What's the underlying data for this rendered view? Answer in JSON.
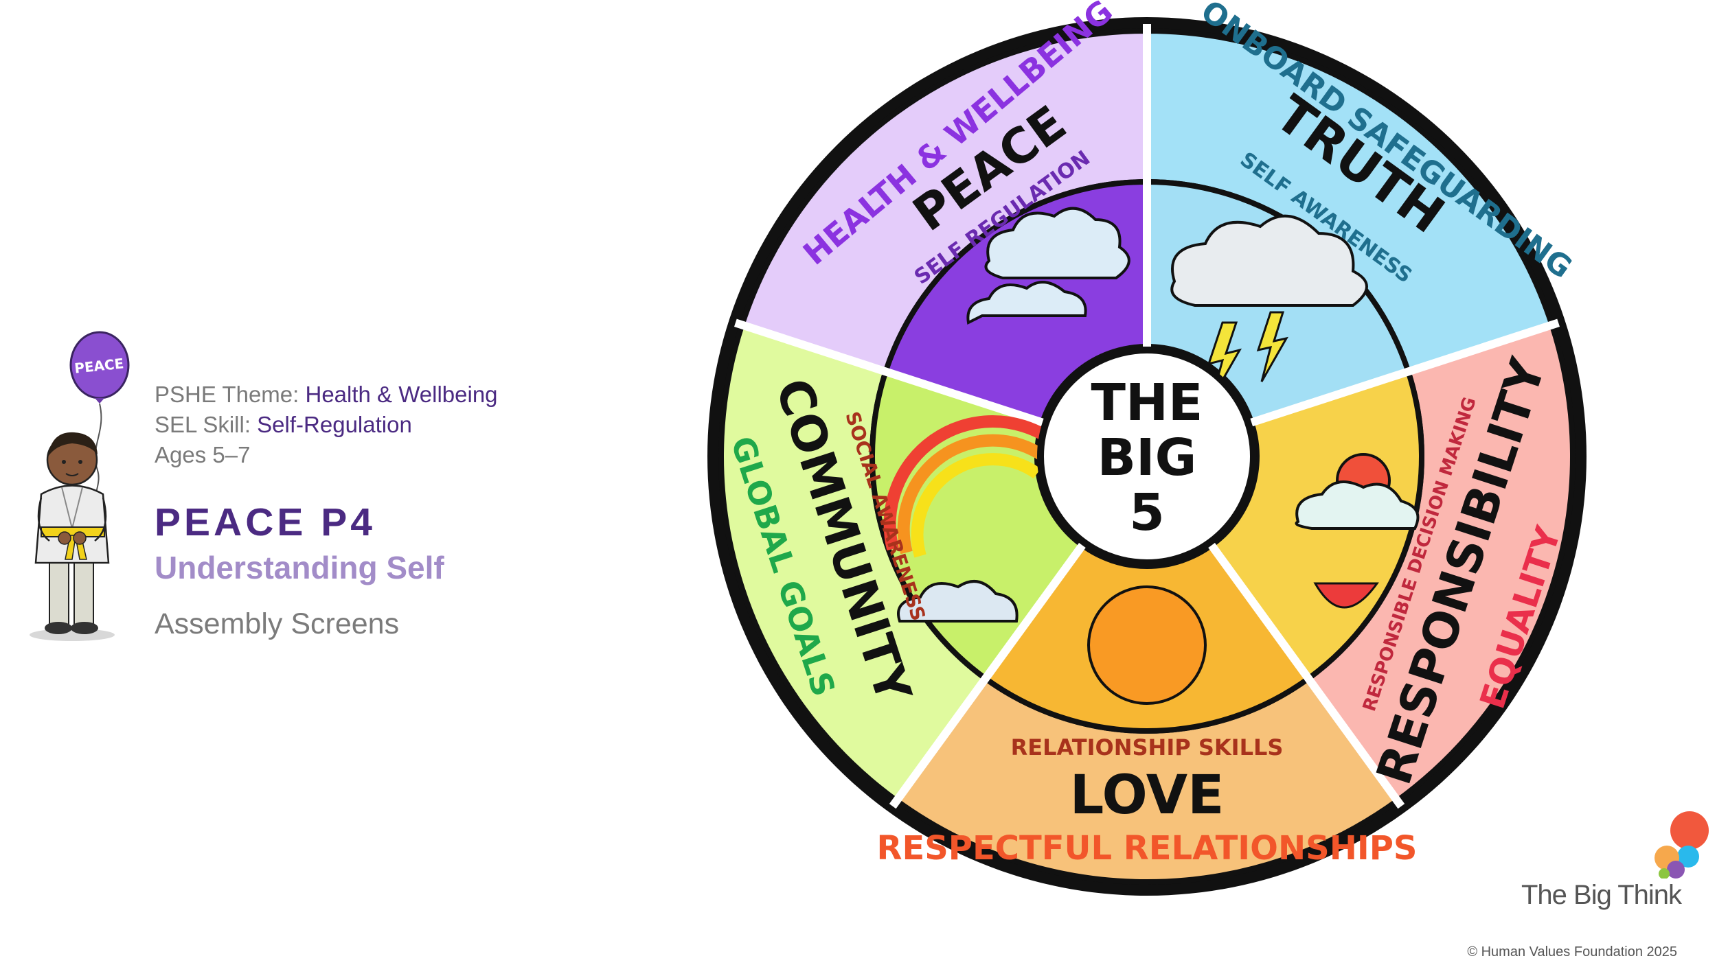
{
  "slide": {
    "pshe_label": "PSHE Theme:",
    "pshe_value": "Health & Wellbeing",
    "sel_label": "SEL Skill:",
    "sel_value": "Self-Regulation",
    "ages": "Ages 5–7",
    "lesson_title": "PEACE P4",
    "lesson_subtitle": "Understanding Self",
    "assembly_label": "Assembly Screens"
  },
  "character": {
    "balloon_text": "PEACE"
  },
  "wheel": {
    "center": {
      "line1": "THE",
      "line2": "BIG",
      "line3": "5"
    },
    "segments": {
      "peace": {
        "theme": "HEALTH & WELLBEING",
        "value": "PEACE",
        "skill": "SELF REGULATION",
        "color": "#e4ccfa",
        "theme_color": "#8b32e0"
      },
      "truth": {
        "theme": "ONBOARD SAFEGUARDING",
        "value": "TRUTH",
        "skill": "SELF AWARENESS",
        "color": "#a3e1f7",
        "theme_color": "#1f6f8e"
      },
      "responsibility": {
        "theme": "EQUALITY",
        "value": "RESPONSIBILITY",
        "skill": "RESPONSIBLE DECISION MAKING",
        "color": "#fbb7b0",
        "theme_color": "#ea2f4b"
      },
      "love": {
        "theme": "RESPECTFUL RELATIONSHIPS",
        "value": "LOVE",
        "skill": "RELATIONSHIP SKILLS",
        "color": "#f7c27a",
        "theme_color": "#f2562a"
      },
      "community": {
        "theme": "GLOBAL GOALS",
        "value": "COMMUNITY",
        "skill": "SOCIAL AWARENESS",
        "color": "#e0fa9e",
        "theme_color": "#1fa84a"
      }
    }
  },
  "brand": {
    "name": "The Big Think",
    "colors": [
      "#f1583d",
      "#29b9ec",
      "#f6a84c",
      "#8a56b3",
      "#8cc63f"
    ]
  },
  "copyright": "© Human Values Foundation 2025"
}
